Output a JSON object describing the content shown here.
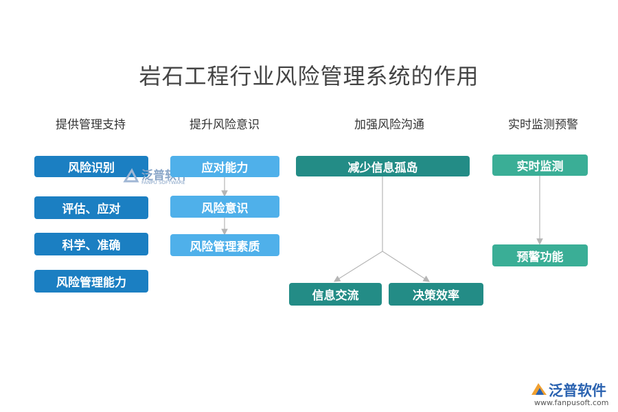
{
  "title": "岩石工程行业风险管理系统的作用",
  "columns": [
    {
      "header": "提供管理支持",
      "items": [
        "风险识别",
        "评估、应对",
        "科学、准确",
        "风险管理能力"
      ]
    },
    {
      "header": "提升风险意识",
      "items": [
        "应对能力",
        "风险意识",
        "风险管理素质"
      ]
    },
    {
      "header": "加强风险沟通",
      "items": [
        "减少信息孤岛",
        "信息交流",
        "决策效率"
      ]
    },
    {
      "header": "实时监测预警",
      "items": [
        "实时监测",
        "预警功能"
      ]
    }
  ],
  "colors": {
    "blue_dark": "#1b7fc2",
    "blue_light": "#4fb0ea",
    "teal_dark": "#238c86",
    "teal_light": "#3aae96",
    "line": "#b5b5b5"
  },
  "watermark": {
    "brand": "泛普软件",
    "sub": "FANPU SOFTWARE"
  },
  "logo": {
    "brand": "泛普软件",
    "url": "www.fanpusoft.com"
  }
}
